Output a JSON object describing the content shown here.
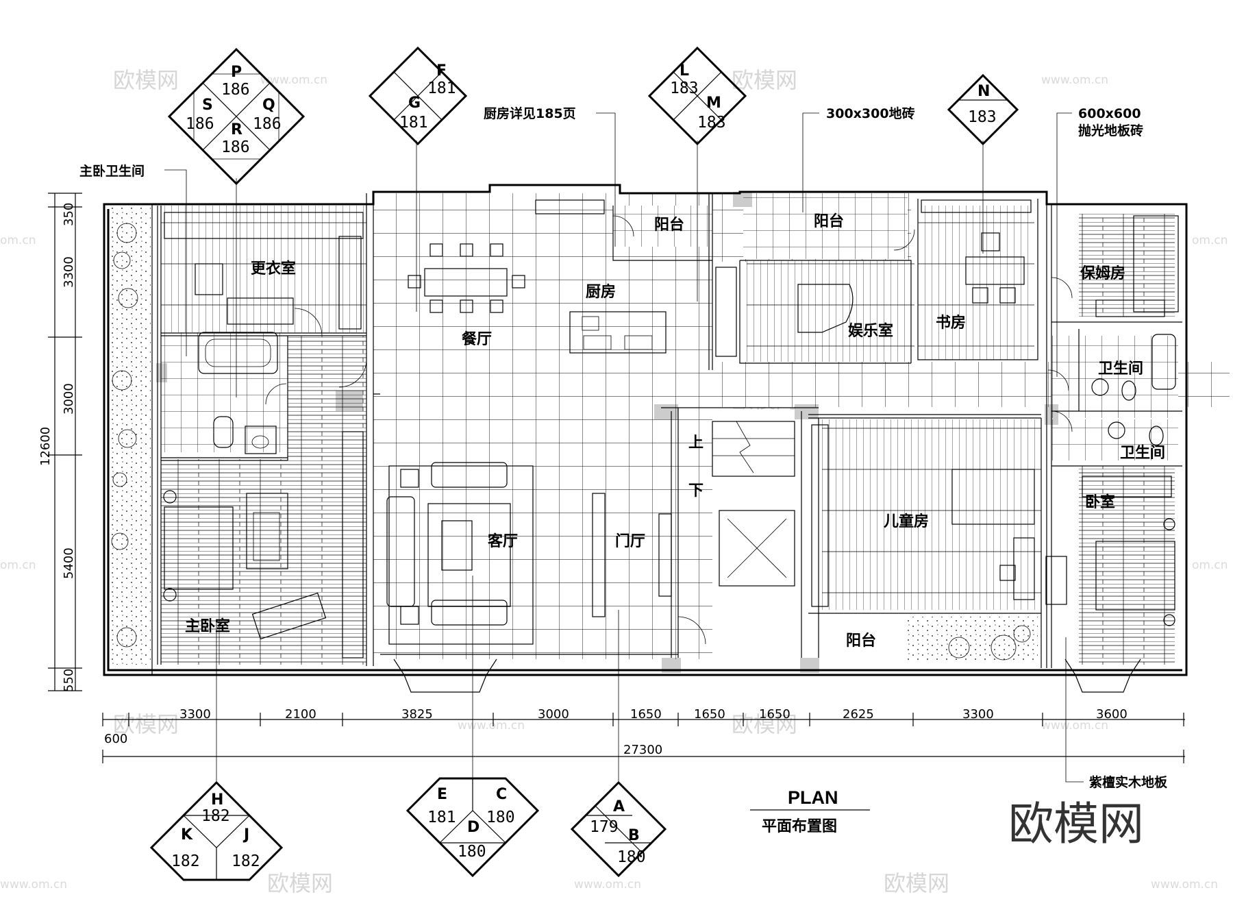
{
  "rooms": {
    "master_bath": "主卧卫生间",
    "walk_in_closet": "更衣室",
    "master_bedroom": "主卧室",
    "dining": "餐厅",
    "living": "客厅",
    "kitchen": "厨房",
    "foyer": "门厅",
    "balcony_1": "阳台",
    "balcony_2": "阳台",
    "balcony_3": "阳台",
    "entertainment": "娱乐室",
    "study": "书房",
    "maid_room": "保姆房",
    "bath_1": "卫生间",
    "bath_2": "卫生间",
    "bedroom": "卧室",
    "kids_room": "儿童房",
    "stair_up": "上",
    "stair_down": "下"
  },
  "notes": {
    "kitchen_detail": "厨房详见185页",
    "tile_300": "300x300地砖",
    "tile_600_line1": "600x600",
    "tile_600_line2": "抛光地板砖",
    "wood_floor": "紫檀实木地板"
  },
  "title": {
    "main": "PLAN",
    "sub": "平面布置图"
  },
  "dimensions": {
    "bottom": [
      "3300",
      "2100",
      "3825",
      "3000",
      "1650",
      "1650",
      "1650",
      "2625",
      "3300",
      "3600"
    ],
    "bottom_offset": "600",
    "total": "27300",
    "left": [
      "350",
      "3300",
      "3000",
      "5400",
      "550"
    ],
    "left_total": "12600"
  },
  "elevation_tags": {
    "PQRS": {
      "top": "P",
      "top_n": "186",
      "right": "Q",
      "right_n": "186",
      "bottom": "R",
      "bottom_n": "186",
      "left": "S",
      "left_n": "186"
    },
    "FG": {
      "top": "F",
      "top_n": "181",
      "left": "G",
      "left_n": "181"
    },
    "LM": {
      "top": "L",
      "top_n": "183",
      "right": "M",
      "right_n": "183"
    },
    "N": {
      "top": "N",
      "top_n": "183"
    },
    "HKJ": {
      "top": "H",
      "top_n": "182",
      "left": "K",
      "left_n": "182",
      "right": "J",
      "right_n": "182"
    },
    "ECD": {
      "left": "E",
      "left_n": "181",
      "right": "C",
      "right_n": "180",
      "bottom": "D",
      "bottom_n": "180"
    },
    "AB": {
      "left": "A",
      "left_n": "179",
      "right": "B",
      "right_n": "180"
    }
  },
  "watermark": {
    "logo": "欧模网",
    "url": "www.om.cn",
    "tail": "om.cn"
  }
}
